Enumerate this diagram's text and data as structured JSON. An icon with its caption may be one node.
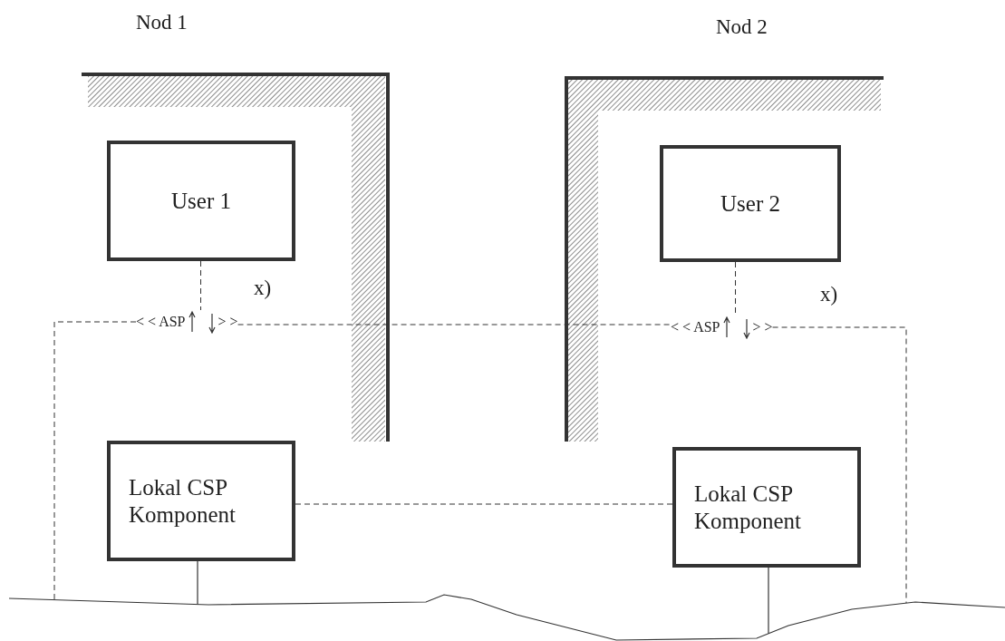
{
  "diagram": {
    "nodes": [
      {
        "text": [
          "User 1"
        ]
      },
      {
        "text": [
          "User 2"
        ]
      },
      {
        "text": [
          "< < ASP",
          "> >"
        ]
      },
      {
        "text": [
          "< < ASP",
          "> >"
        ]
      },
      {
        "text": [
          "Lokal CSP Komponent"
        ]
      },
      {
        "text": [
          "Lokal CSP Komponent"
        ]
      },
      {
        "text": [],
        "shape": "line"
      }
    ],
    "edges": [
      {
        "from": 0,
        "to": 2,
        "arrow": "none",
        "style": "dashed"
      },
      {
        "from": 1,
        "to": 3,
        "arrow": "none",
        "style": "dashed"
      },
      {
        "from": 2,
        "to": 3,
        "arrow": "none",
        "style": "dashed"
      },
      {
        "from": 2,
        "to": 6,
        "arrow": "none",
        "style": "dashed"
      },
      {
        "from": 3,
        "to": 6,
        "arrow": "none",
        "style": "dashed"
      },
      {
        "from": 4,
        "to": 5,
        "arrow": "none",
        "style": "dashed"
      },
      {
        "from": 4,
        "to": 6,
        "arrow": "none"
      },
      {
        "from": 5,
        "to": 6,
        "arrow": "none"
      }
    ],
    "labels": [
      "Nod 1",
      "Nod 2",
      "x)",
      "x)"
    ]
  }
}
